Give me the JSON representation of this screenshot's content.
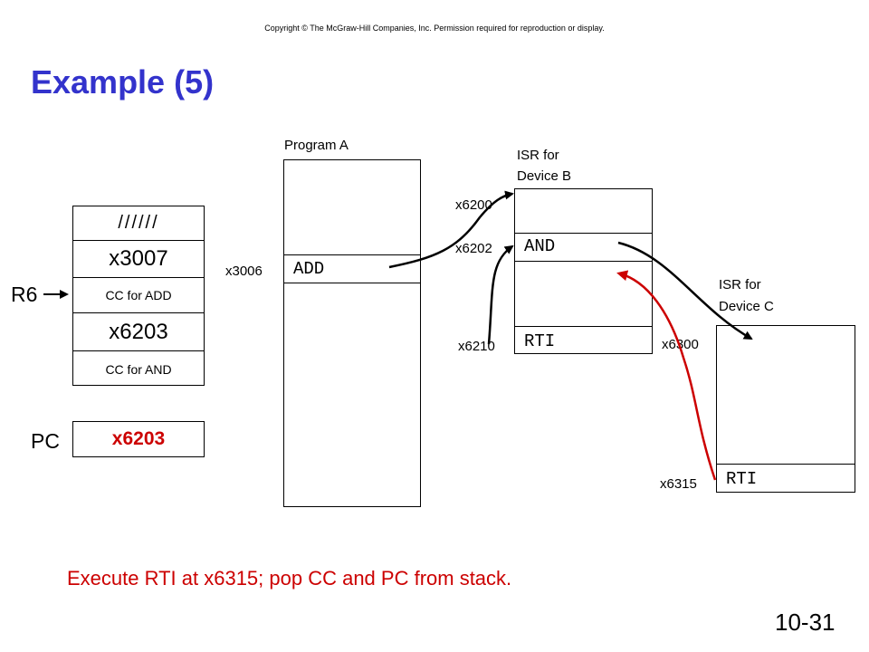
{
  "copyright": "Copyright © The McGraw-Hill Companies, Inc.  Permission required for reproduction or display.",
  "title": "Example (5)",
  "stack": {
    "cells": [
      "//////",
      "x3007",
      "CC for ADD",
      "x6203",
      "CC for AND"
    ],
    "pointer_label": "R6"
  },
  "pc": {
    "label": "PC",
    "value": "x6203"
  },
  "program_a": {
    "label": "Program A",
    "instr": "ADD",
    "addr": "x3006"
  },
  "isr_b": {
    "label_line1": "ISR for",
    "label_line2": "Device B",
    "addr_start": "x6200",
    "addr_and": "x6202",
    "addr_rti": "x6210",
    "instr_and": "AND",
    "instr_rti": "RTI"
  },
  "isr_c": {
    "label_line1": "ISR for",
    "label_line2": "Device C",
    "addr_start": "x6300",
    "addr_rti": "x6315",
    "instr_rti": "RTI"
  },
  "caption": "Execute RTI at x6315; pop CC and PC from stack.",
  "page_number": "10-31",
  "colors": {
    "title": "#3333cc",
    "highlight": "#cc0000",
    "arrow_black": "#000000"
  }
}
